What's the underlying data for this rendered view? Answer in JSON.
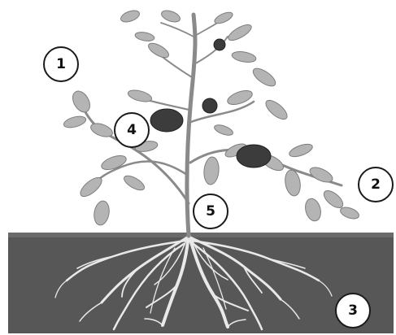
{
  "colors": {
    "soil": "#575757",
    "soil_dark": "#3e3e3e",
    "root": "#e9e9e9",
    "stem": "#8a8a8a",
    "leaf": "#b4b4b4",
    "leaf_edge": "#7d7d7d",
    "fruit": "#3c3c3c",
    "background": "#ffffff"
  },
  "diagram": {
    "subject": "tomato-plant",
    "markers": [
      {
        "id": "marker-1",
        "label": "1"
      },
      {
        "id": "marker-2",
        "label": "2"
      },
      {
        "id": "marker-3",
        "label": "3"
      },
      {
        "id": "marker-4",
        "label": "4"
      },
      {
        "id": "marker-5",
        "label": "5"
      }
    ]
  }
}
